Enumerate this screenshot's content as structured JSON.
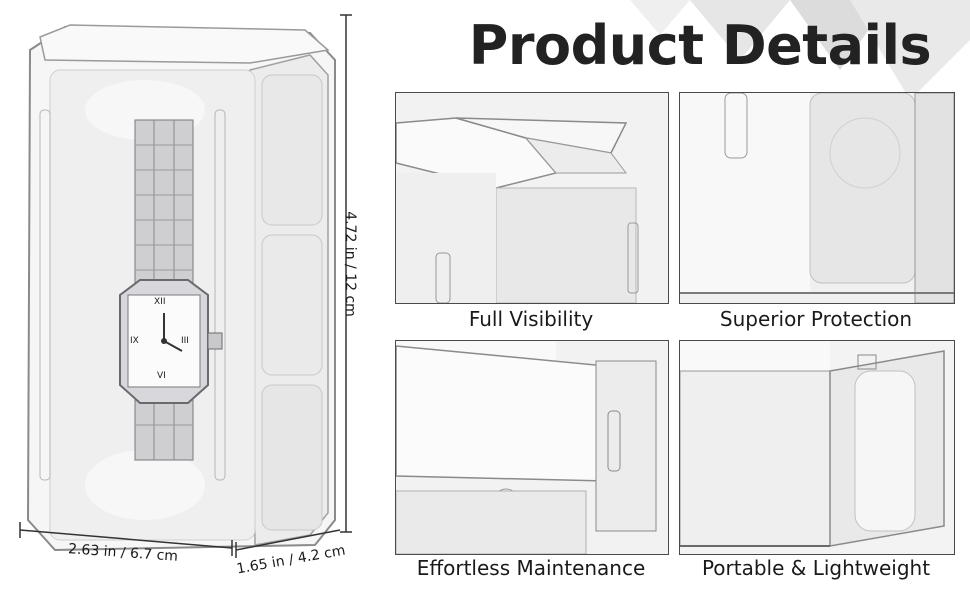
{
  "title": "Product Details",
  "dimensions": {
    "height": "4.72 in / 12 cm",
    "width": "2.63 in / 6.7 cm",
    "depth": "1.65 in / 4.2 cm"
  },
  "features": [
    {
      "caption": "Full Visibility"
    },
    {
      "caption": "Superior Protection"
    },
    {
      "caption": "Effortless Maintenance"
    },
    {
      "caption": "Portable & Lightweight"
    }
  ],
  "watch_dial": {
    "numerals": [
      "XII",
      "III",
      "VI",
      "IX"
    ]
  },
  "colors": {
    "title": "#222222",
    "panel_border": "#4a4a4a",
    "foam": "#efefef",
    "case_edge": "#8a8a8a"
  }
}
